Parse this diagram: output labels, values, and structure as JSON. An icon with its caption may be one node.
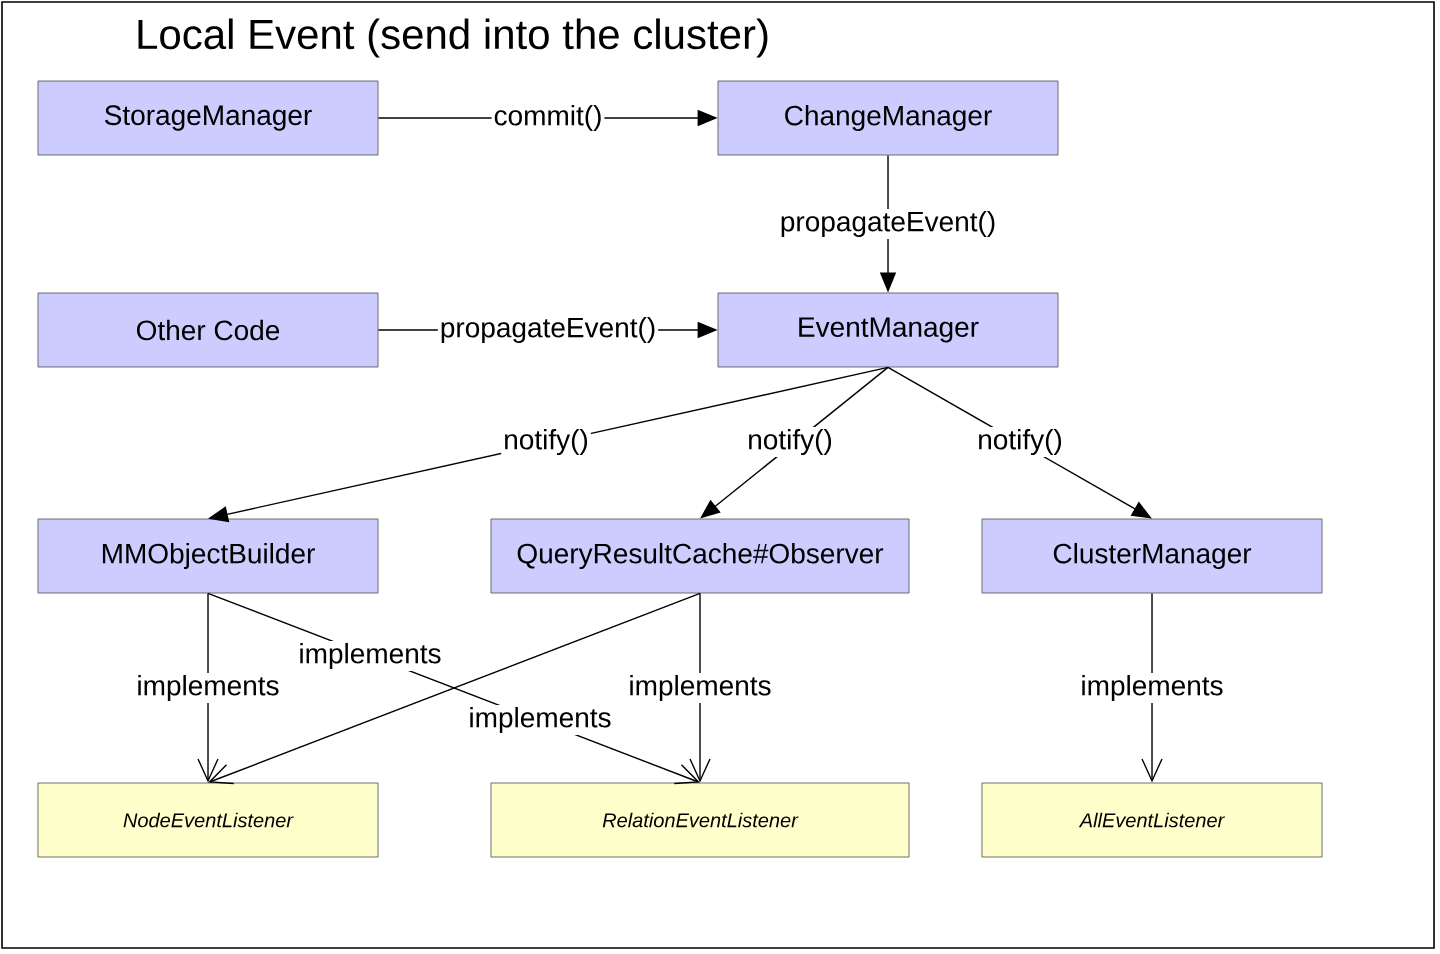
{
  "diagram": {
    "title": "Local Event (send into the cluster)",
    "nodes": [
      {
        "text": [
          "StorageManager"
        ]
      },
      {
        "text": [
          "ChangeManager"
        ]
      },
      {
        "text": [
          "Other Code"
        ]
      },
      {
        "text": [
          "EventManager"
        ]
      },
      {
        "text": [
          "MMObjectBuilder"
        ]
      },
      {
        "text": [
          "QueryResultCache#Observer"
        ]
      },
      {
        "text": [
          "ClusterManager"
        ]
      },
      {
        "text": [
          "NodeEventListener"
        ]
      },
      {
        "text": [
          "RelationEventListener"
        ]
      },
      {
        "text": [
          "AllEventListener"
        ]
      }
    ],
    "edges": [
      {
        "from": 0,
        "to": 1,
        "arrow": "to",
        "label": "commit()"
      },
      {
        "from": 1,
        "to": 3,
        "arrow": "to",
        "label": "propagateEvent()"
      },
      {
        "from": 2,
        "to": 3,
        "arrow": "to",
        "label": "propagateEvent()"
      },
      {
        "from": 3,
        "to": 4,
        "arrow": "to",
        "label": "notify()"
      },
      {
        "from": 3,
        "to": 5,
        "arrow": "to",
        "label": "notify()"
      },
      {
        "from": 3,
        "to": 6,
        "arrow": "to",
        "label": "notify()"
      },
      {
        "from": 4,
        "to": 7,
        "arrow": "to",
        "label": "implements"
      },
      {
        "from": 4,
        "to": 8,
        "arrow": "to",
        "label": "implements"
      },
      {
        "from": 5,
        "to": 7,
        "arrow": "to",
        "label": "implements"
      },
      {
        "from": 5,
        "to": 8,
        "arrow": "to",
        "label": "implements"
      },
      {
        "from": 6,
        "to": 9,
        "arrow": "to",
        "label": "implements"
      }
    ]
  }
}
